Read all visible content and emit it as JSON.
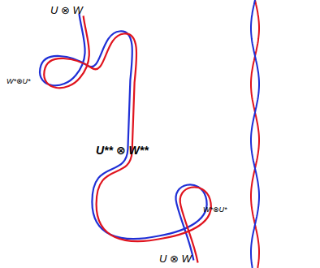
{
  "diagram": {
    "labels": [
      "U ⊗ W",
      "W*⊗U*",
      "U** ⊗ W**",
      "W*⊗U*",
      "U ⊗ W"
    ]
  }
}
